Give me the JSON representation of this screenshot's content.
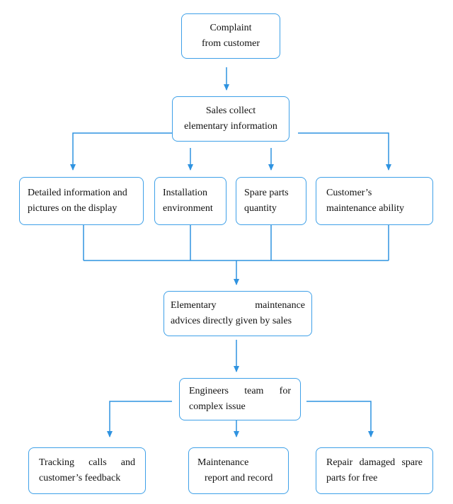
{
  "colors": {
    "box_border": "#3ea0e8",
    "connector": "#2f93e0",
    "text": "#111111",
    "background": "#ffffff"
  },
  "nodes": {
    "complaint": {
      "line1": "Complaint",
      "line2": "from customer"
    },
    "sales_collect": {
      "line1": "Sales collect",
      "line2": "elementary information"
    },
    "detailed_info": {
      "line1": "Detailed information and",
      "line2": "pictures on the display"
    },
    "installation": {
      "line1": "Installation",
      "line2": "environment"
    },
    "spare_parts": {
      "line1": "Spare parts",
      "line2": "quantity"
    },
    "maintenance_ability": {
      "line1": "Customer’s",
      "line2": "maintenance ability"
    },
    "elementary_advice": {
      "line1": "Elementary maintenance",
      "line2": "advices directly given by sales"
    },
    "engineers_team": {
      "line1": "Engineers team for",
      "line2": "complex issue"
    },
    "tracking": {
      "line1": "Tracking calls and",
      "line2": "customer’s feedback"
    },
    "maintenance_report": {
      "line1": "Maintenance",
      "line2": "report and record"
    },
    "repair": {
      "line1": "Repair damaged spare",
      "line2": "parts for free"
    }
  }
}
